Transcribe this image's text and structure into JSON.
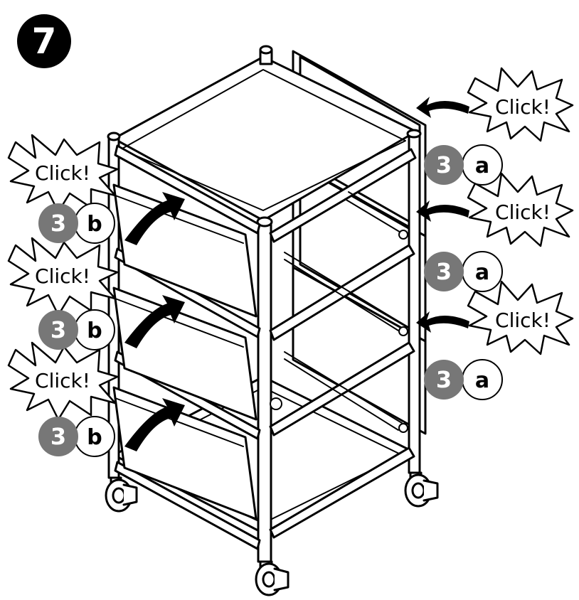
{
  "step": {
    "number": "7"
  },
  "callouts": {
    "click_label": "Click!",
    "part_number": "3",
    "side_letter": "a",
    "front_letter": "b"
  },
  "colors": {
    "line": "#000000",
    "part_circle": "#777777",
    "background": "#ffffff"
  },
  "parts": {
    "side_rails": [
      "3a",
      "3a",
      "3a"
    ],
    "front_rails": [
      "3b",
      "3b",
      "3b"
    ]
  }
}
